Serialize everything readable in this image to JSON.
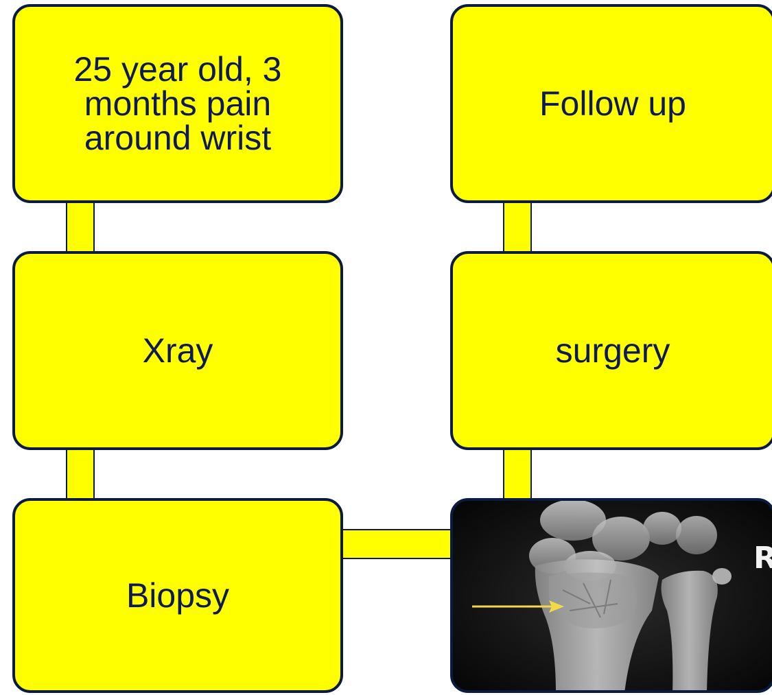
{
  "steps": {
    "presentation": "25 year old, 3\nmonths pain\naround wrist",
    "xray": "Xray",
    "biopsy": "Biopsy",
    "surgery": "surgery",
    "follow_up": "Follow up"
  },
  "image": {
    "label_letter": "R"
  },
  "colors": {
    "box_fill": "#ffff00",
    "box_border": "#0a1a40",
    "text": "#0d1a57",
    "arrow": "#f2d94a"
  }
}
